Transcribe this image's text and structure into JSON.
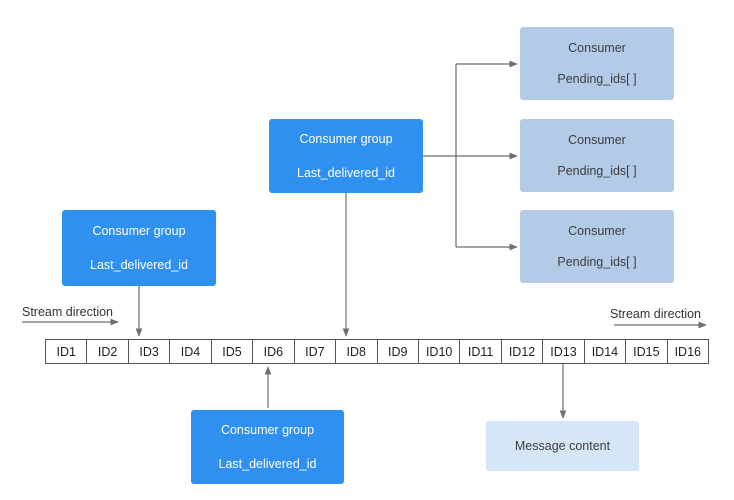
{
  "stream": {
    "ids": [
      "ID1",
      "ID2",
      "ID3",
      "ID4",
      "ID5",
      "ID6",
      "ID7",
      "ID8",
      "ID9",
      "ID10",
      "ID11",
      "ID12",
      "ID13",
      "ID14",
      "ID15",
      "ID16"
    ],
    "direction_label_left": "Stream direction",
    "direction_label_right": "Stream direction"
  },
  "consumer_groups": [
    {
      "title": "Consumer group",
      "field": "Last_delivered_id",
      "points_to": "ID3"
    },
    {
      "title": "Consumer group",
      "field": "Last_delivered_id",
      "points_to": "ID8"
    },
    {
      "title": "Consumer group",
      "field": "Last_delivered_id",
      "points_to": "ID6"
    }
  ],
  "consumers": [
    {
      "title": "Consumer",
      "field": "Pending_ids[ ]"
    },
    {
      "title": "Consumer",
      "field": "Pending_ids[ ]"
    },
    {
      "title": "Consumer",
      "field": "Pending_ids[ ]"
    }
  ],
  "message": {
    "label": "Message content",
    "from": "ID13"
  },
  "colors": {
    "group_box": "#2f90f0",
    "consumer_box": "#b3cbe6",
    "message_box": "#d5e6f7",
    "arrow": "#6e6e6e"
  }
}
